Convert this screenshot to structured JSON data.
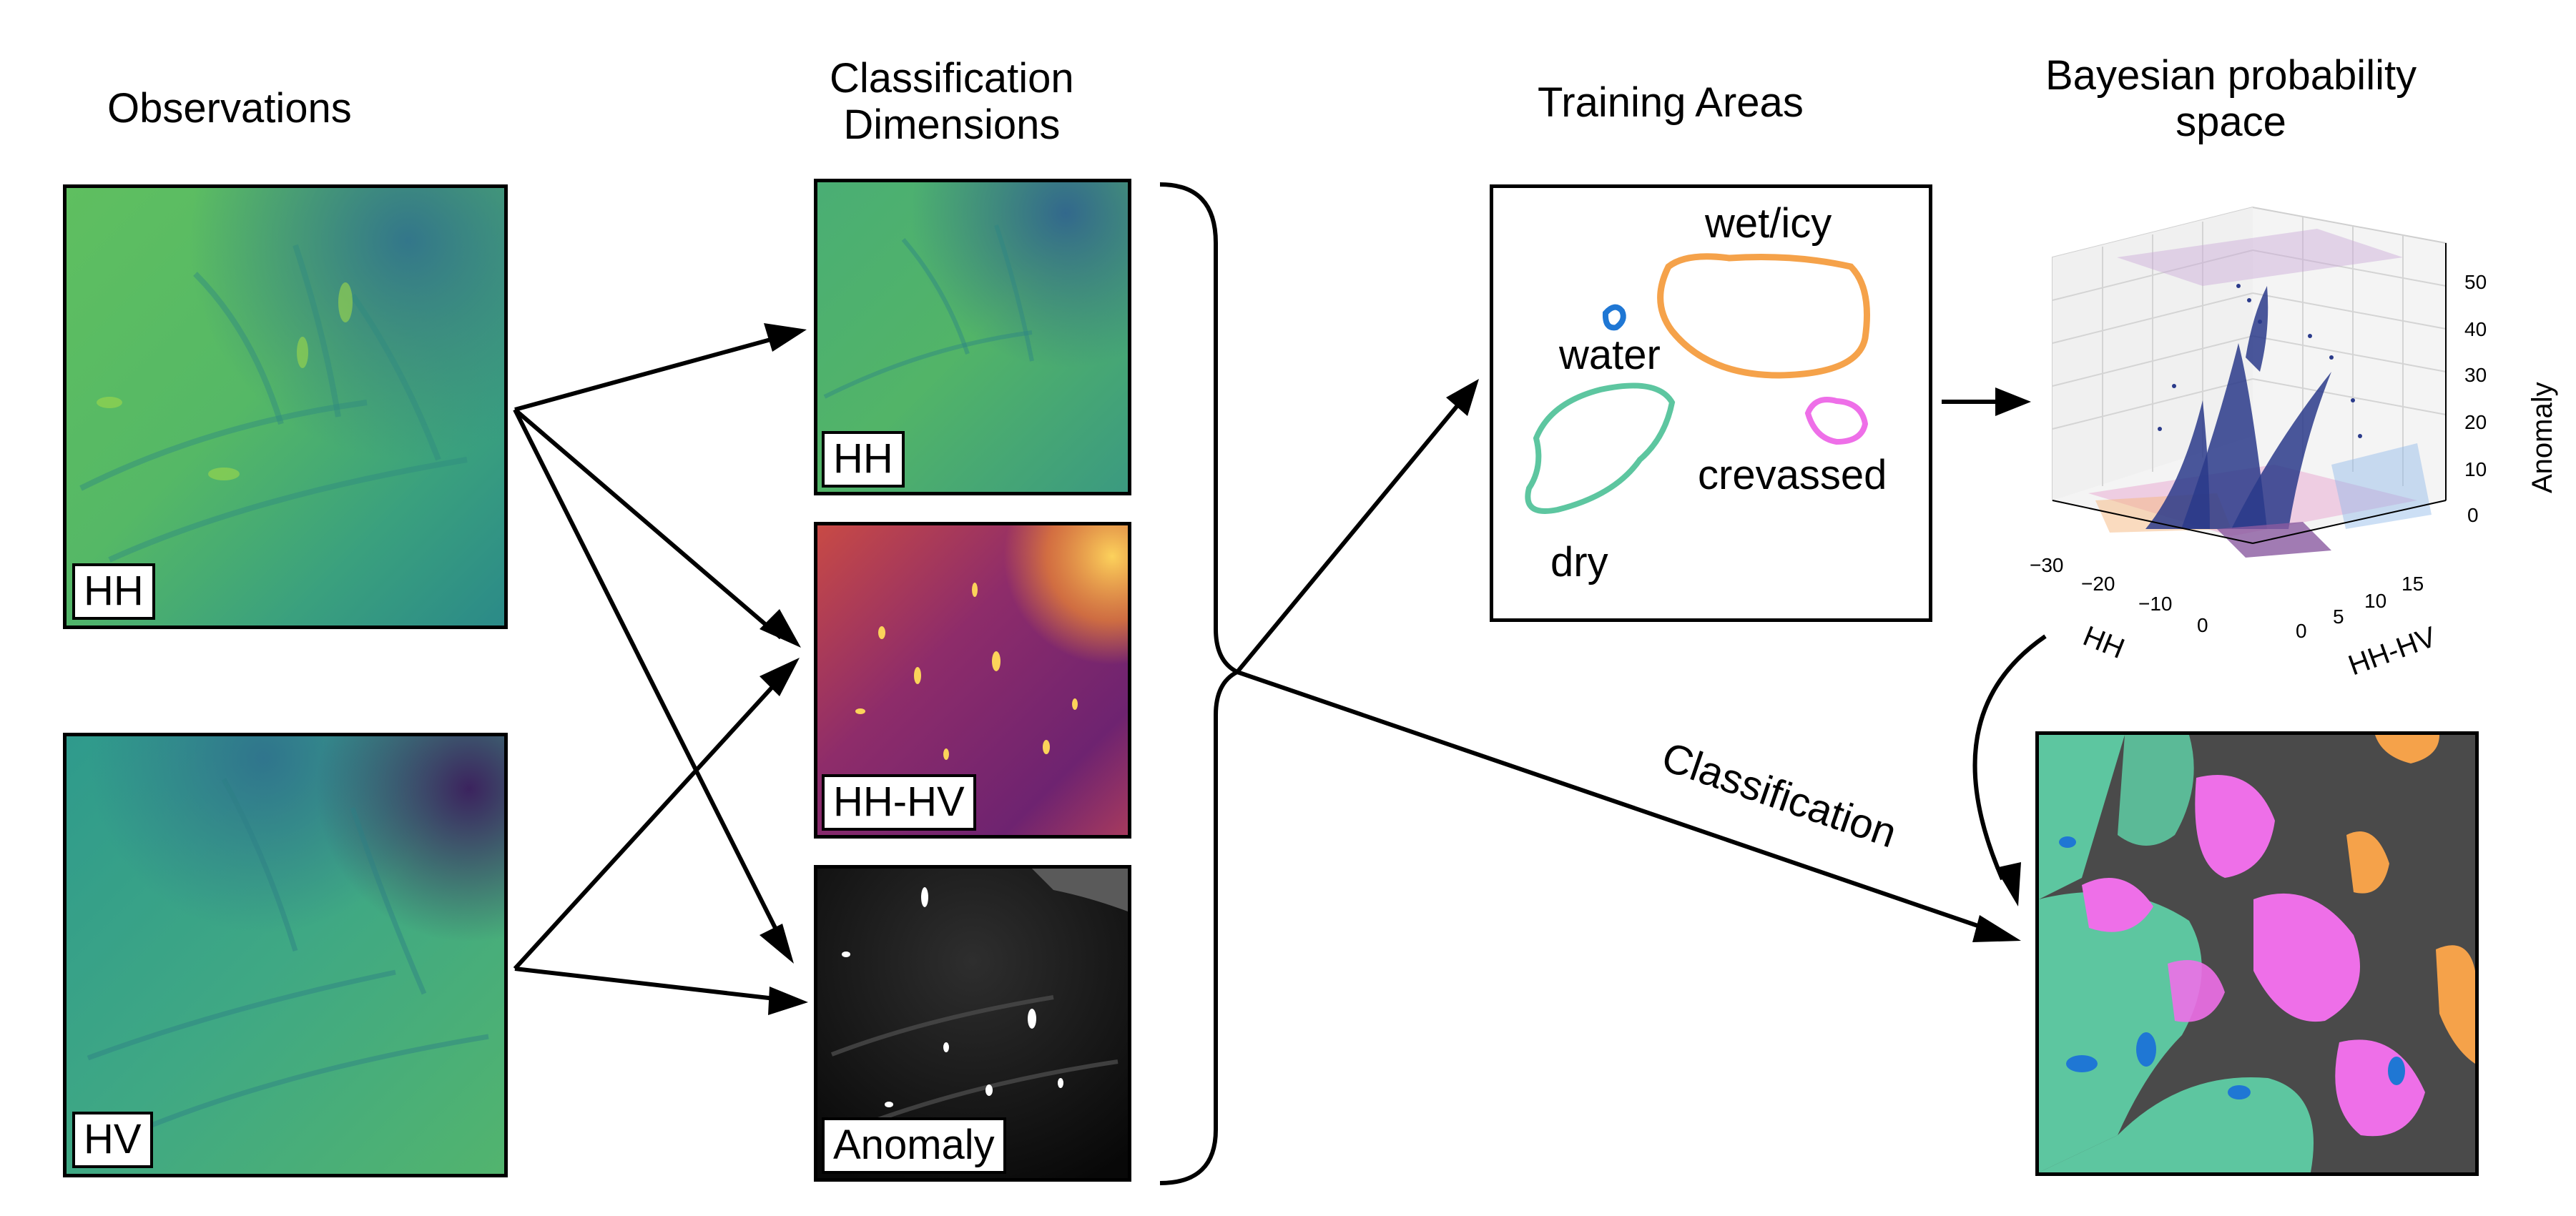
{
  "titles": {
    "observations": "Observations",
    "classification_dimensions_line1": "Classification",
    "classification_dimensions_line2": "Dimensions",
    "training_areas": "Training Areas",
    "bayesian_line1": "Bayesian probability",
    "bayesian_line2": "space"
  },
  "observations": {
    "hh_label": "HH",
    "hv_label": "HV"
  },
  "dimensions": {
    "hh_label": "HH",
    "hhhv_label": "HH-HV",
    "anomaly_label": "Anomaly"
  },
  "training": {
    "wet_icy": "wet/icy",
    "water": "water",
    "dry": "dry",
    "crevassed": "crevassed",
    "colors": {
      "wet_icy": "#f5a24a",
      "water": "#1f77d4",
      "dry": "#5dc6a0",
      "crevassed": "#ee6fe8"
    }
  },
  "bayes_axes": {
    "x_label": "HH",
    "y_label": "HH-HV",
    "z_label": "Anomaly",
    "x_ticks": [
      "−30",
      "−20",
      "−10",
      "0"
    ],
    "y_ticks": [
      "0",
      "5",
      "10",
      "15"
    ],
    "z_ticks": [
      "0",
      "10",
      "20",
      "30",
      "40",
      "50"
    ]
  },
  "classification_arrow_label": "Classification",
  "colormaps": {
    "viridis_dark": "#3b5e8c",
    "viridis_mid": "#2a9a8a",
    "viridis_light": "#6cc64e",
    "inferno_dark": "#5c1f6e",
    "inferno_mid": "#c0464a",
    "inferno_light": "#f5a33a",
    "classified_background": "#4a4a4a"
  }
}
